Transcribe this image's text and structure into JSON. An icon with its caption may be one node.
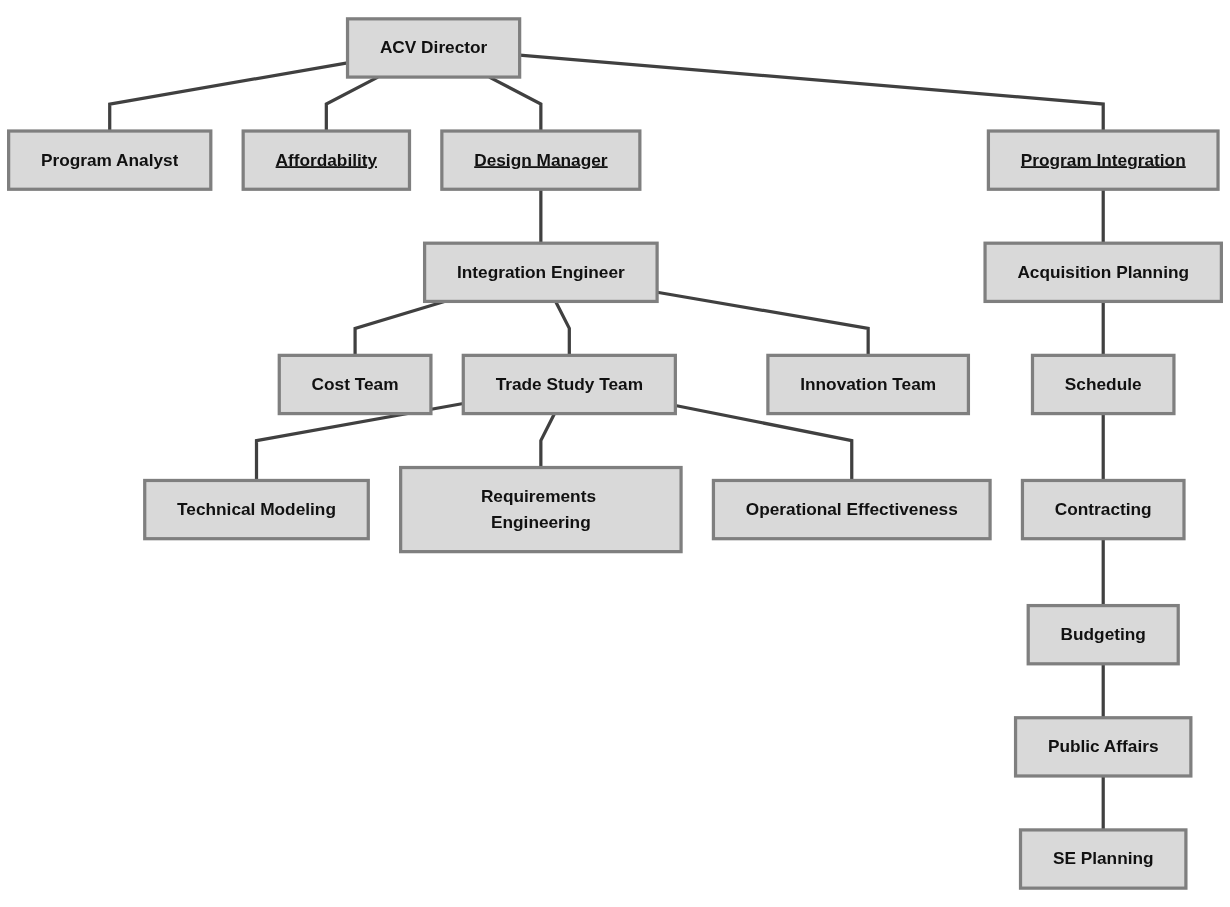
{
  "diagram": {
    "nodes": [
      {
        "text": [
          "ACV Director"
        ]
      },
      {
        "text": [
          "Program Analyst"
        ]
      },
      {
        "text": [
          "Affordability"
        ]
      },
      {
        "text": [
          "Design Manager"
        ]
      },
      {
        "text": [
          "Program Integration"
        ]
      },
      {
        "text": [
          "Integration Engineer"
        ]
      },
      {
        "text": [
          "Cost Team"
        ]
      },
      {
        "text": [
          "Trade Study Team"
        ]
      },
      {
        "text": [
          "Innovation Team"
        ]
      },
      {
        "text": [
          "Technical Modeling"
        ]
      },
      {
        "text": [
          "Requirements Engineering"
        ]
      },
      {
        "text": [
          "Operational Effectiveness"
        ]
      },
      {
        "text": [
          "Acquisition Planning"
        ]
      },
      {
        "text": [
          "Schedule"
        ]
      },
      {
        "text": [
          "Contracting"
        ]
      },
      {
        "text": [
          "Budgeting"
        ]
      },
      {
        "text": [
          "Public Affairs"
        ]
      },
      {
        "text": [
          "SE Planning"
        ]
      }
    ],
    "edges": [
      {
        "from": 0,
        "to": 1,
        "arrow": "none"
      },
      {
        "from": 0,
        "to": 2,
        "arrow": "none"
      },
      {
        "from": 0,
        "to": 3,
        "arrow": "none"
      },
      {
        "from": 0,
        "to": 4,
        "arrow": "none"
      },
      {
        "from": 3,
        "to": 5,
        "arrow": "none"
      },
      {
        "from": 5,
        "to": 6,
        "arrow": "none"
      },
      {
        "from": 5,
        "to": 7,
        "arrow": "none"
      },
      {
        "from": 5,
        "to": 8,
        "arrow": "none"
      },
      {
        "from": 7,
        "to": 9,
        "arrow": "none"
      },
      {
        "from": 7,
        "to": 10,
        "arrow": "none"
      },
      {
        "from": 7,
        "to": 11,
        "arrow": "none"
      },
      {
        "from": 4,
        "to": 12,
        "arrow": "none"
      },
      {
        "from": 12,
        "to": 13,
        "arrow": "none"
      },
      {
        "from": 13,
        "to": 14,
        "arrow": "none"
      },
      {
        "from": 14,
        "to": 15,
        "arrow": "none"
      },
      {
        "from": 15,
        "to": 16,
        "arrow": "none"
      },
      {
        "from": 16,
        "to": 17,
        "arrow": "none"
      }
    ]
  }
}
